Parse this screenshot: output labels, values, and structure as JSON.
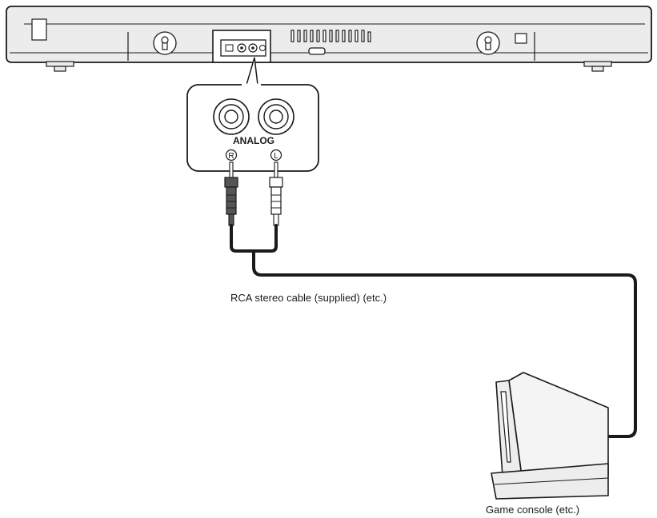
{
  "labels": {
    "analog": "ANALOG",
    "right_channel": "R",
    "left_channel": "L",
    "cable": "RCA stereo cable (supplied) (etc.)",
    "console": "Game console (etc.)"
  },
  "colors": {
    "line": "#1a1a1a",
    "device_fill": "#ececec",
    "console_fill": "#ededed",
    "plug_dark": "#555555",
    "plug_light": "#ffffff",
    "background": "#ffffff"
  }
}
